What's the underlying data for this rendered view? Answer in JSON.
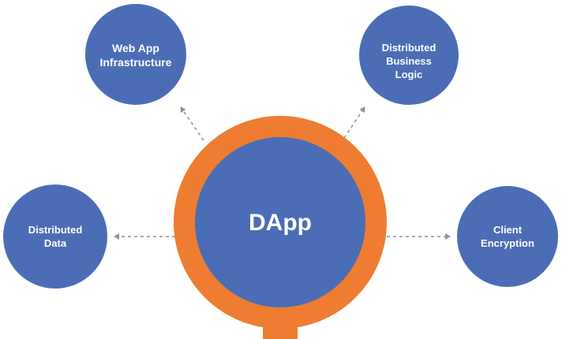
{
  "center": {
    "label": "DApp"
  },
  "nodes": [
    {
      "id": "web-app-infrastructure",
      "lines": [
        "Web App",
        "Infrastructure"
      ]
    },
    {
      "id": "distributed-business-logic",
      "lines": [
        "Distributed",
        "Business",
        "Logic"
      ]
    },
    {
      "id": "distributed-data",
      "lines": [
        "Distributed",
        "Data"
      ]
    },
    {
      "id": "client-encryption",
      "lines": [
        "Client",
        "Encryption"
      ]
    }
  ],
  "colors": {
    "node_fill": "#4a6db5",
    "center_ring": "#ee7d31",
    "arrow": "#8c8fa6",
    "text": "#ffffff"
  }
}
